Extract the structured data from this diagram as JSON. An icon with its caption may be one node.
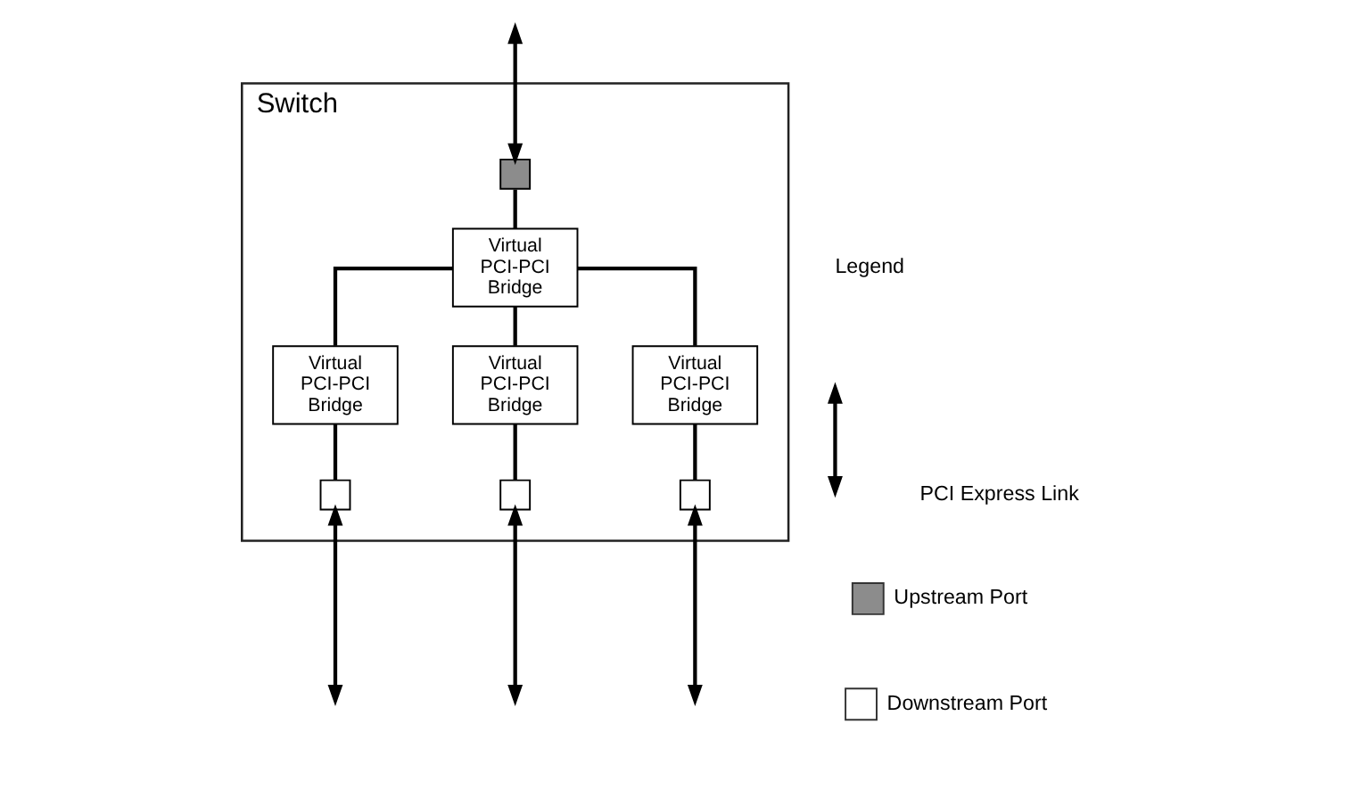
{
  "diagram": {
    "nodes": [
      {
        "text": [
          "Switch"
        ]
      },
      {
        "text": [],
        "shape": "box",
        "in": 0
      },
      {
        "text": [
          "Virtual PCI-PCI Bridge"
        ],
        "in": 0
      },
      {
        "text": [
          "Virtual PCI-PCI Bridge"
        ],
        "in": 0
      },
      {
        "text": [
          "Virtual PCI-PCI Bridge"
        ],
        "in": 0
      },
      {
        "text": [
          "Virtual PCI-PCI Bridge"
        ],
        "in": 0
      },
      {
        "text": [],
        "shape": "box",
        "in": 0
      },
      {
        "text": [],
        "shape": "box",
        "in": 0
      },
      {
        "text": [],
        "shape": "box",
        "in": 0
      }
    ],
    "edges": [
      {
        "from": null,
        "to": 1,
        "arrow": "both"
      },
      {
        "from": 1,
        "to": 2,
        "arrow": "none"
      },
      {
        "from": 2,
        "to": 3,
        "arrow": "none"
      },
      {
        "from": 2,
        "to": 4,
        "arrow": "none"
      },
      {
        "from": 2,
        "to": 5,
        "arrow": "none"
      },
      {
        "from": 3,
        "to": 6,
        "arrow": "none"
      },
      {
        "from": 4,
        "to": 7,
        "arrow": "none"
      },
      {
        "from": 5,
        "to": 8,
        "arrow": "none"
      },
      {
        "from": 6,
        "to": null,
        "arrow": "both"
      },
      {
        "from": 7,
        "to": null,
        "arrow": "both"
      },
      {
        "from": 8,
        "to": null,
        "arrow": "both"
      }
    ],
    "labels": [
      "Legend"
    ],
    "legend": [
      {
        "text": "PCI Express Link"
      },
      {
        "text": "Upstream Port",
        "color": "#8c8c8c"
      },
      {
        "text": "Downstream Port",
        "color": "#ffffff"
      }
    ]
  }
}
